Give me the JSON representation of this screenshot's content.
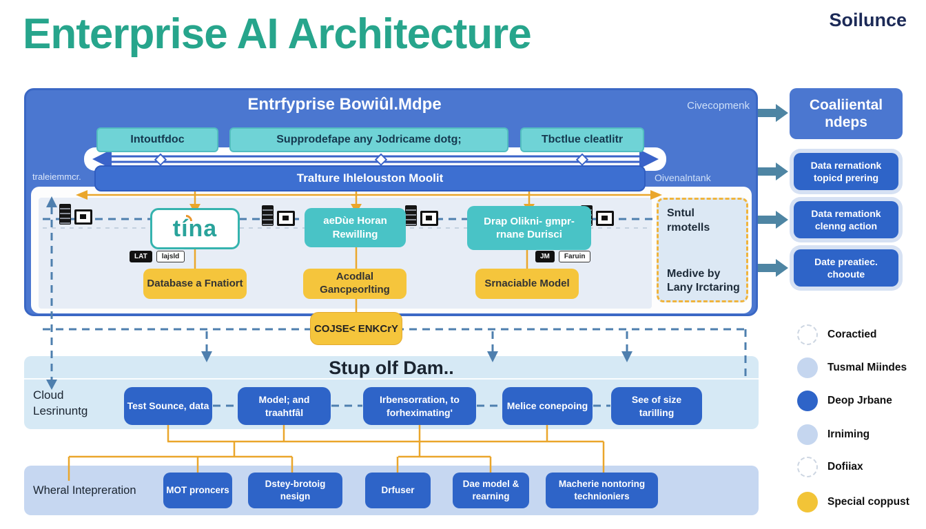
{
  "header": {
    "title": "Enterprise AI Architecture",
    "logo": "Soilunce"
  },
  "main": {
    "title": "Entrfyprise Bowiûl.Mdpe",
    "corner_top": "Civecopmenk",
    "corner_mid": "Oivenalntank",
    "left_label": "traleiemmcr.",
    "top_boxes": [
      {
        "label": "Intoutfdoc"
      },
      {
        "label": "Supprodefape any Jodricame dotg;"
      },
      {
        "label": "Tbctlue cleatlitr"
      }
    ],
    "bus_label": "Tralture Ihlelouston Moolit",
    "tina_logo": "tína",
    "teal_boxes": [
      {
        "label": "aeDùe Horan Rewilling"
      },
      {
        "label": "Drap Olikni- gmpr-rnane Durisci"
      }
    ],
    "yellow_boxes": [
      {
        "label": "Database a Fnatiort"
      },
      {
        "label": "Acodlal Gancpeorlting"
      },
      {
        "label": "Srnaciable Model"
      }
    ],
    "side_dashed_box": {
      "top": "Sntul rmotells",
      "bottom": "Medive by Lany Irctaring"
    },
    "chips": [
      {
        "label": "LAT"
      },
      {
        "label": "lajsld"
      },
      {
        "label": "JM"
      },
      {
        "label": "Faruin"
      }
    ],
    "consistency_pill": "COJSE< ENKCrY"
  },
  "cloud": {
    "title": "Stup olf Dam..",
    "left_label": "Cloud Lesrinuntg",
    "boxes": [
      {
        "label": "Test Sounce, data"
      },
      {
        "label": "Model; and traahtfâl"
      },
      {
        "label": "Irbensorration, to forheximating'"
      },
      {
        "label": "Melice conepoing"
      },
      {
        "label": "See of size tarilling"
      }
    ]
  },
  "bottom": {
    "left_label": "Wheral Intepreration",
    "boxes": [
      {
        "label": "MOT proncers"
      },
      {
        "label": "Dstey-brotoig nesign"
      },
      {
        "label": "Drfuser"
      },
      {
        "label": "Dae model & rearning"
      },
      {
        "label": "Macherie nontoring technioniers"
      }
    ]
  },
  "sidebar": {
    "items": [
      {
        "label": "Coaliiental ndeps"
      },
      {
        "label": "Data rernationk topicd prering"
      },
      {
        "label": "Data remationk clenng action"
      },
      {
        "label": "Date preatiec. chooute"
      }
    ]
  },
  "legend": {
    "items": [
      {
        "label": "Coractied",
        "swatch": "dashed-circle"
      },
      {
        "label": "Tusmal Miindes",
        "swatch": "light-blue-circle"
      },
      {
        "label": "Deop Jrbane",
        "swatch": "blue-circle"
      },
      {
        "label": "Irniming",
        "swatch": "light-blue-circle"
      },
      {
        "label": "Dofiiax",
        "swatch": "dashed-circle"
      },
      {
        "label": "Special coppust",
        "swatch": "yellow-circle"
      }
    ]
  },
  "icons": {
    "device_pair": "server-and-monitor-icon",
    "sidebar_arrow": "right-block-arrow-icon"
  },
  "colors": {
    "title_teal": "#27a58c",
    "navy": "#1c2a57",
    "container_blue": "#4b77d0",
    "deep_blue": "#2e64c8",
    "teal_box": "#49c3c6",
    "light_teal": "#6fd3d6",
    "yellow": "#f5c53c",
    "wire_orange": "#eaa62b",
    "steel_dash": "#4e7fae",
    "cloud_bg": "#d6e9f5",
    "bottom_bg": "#c6d7f1"
  }
}
